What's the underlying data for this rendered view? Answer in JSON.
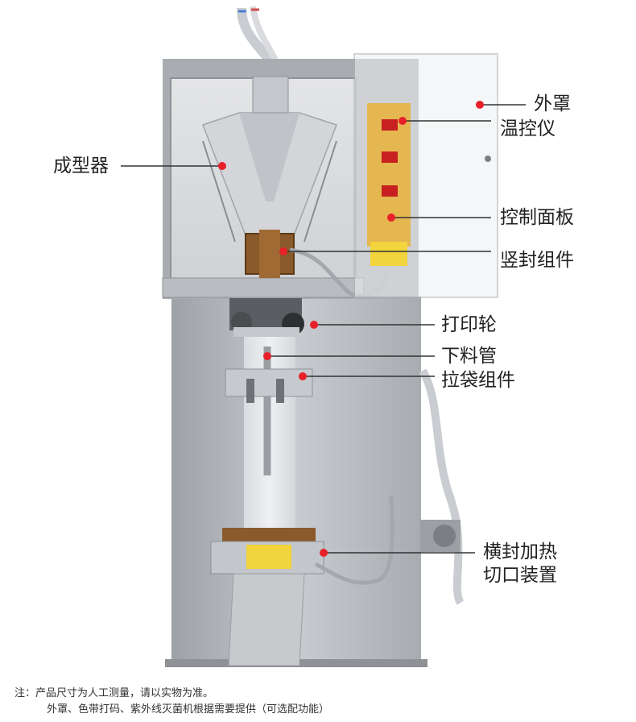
{
  "labels": {
    "outer_cover": "外罩",
    "temperature_controller": "温控仪",
    "former": "成型器",
    "control_panel": "控制面板",
    "vertical_seal": "竖封组件",
    "print_wheel": "打印轮",
    "feed_tube": "下料管",
    "bag_pull": "拉袋组件",
    "horizontal_seal_line1": "横封加热",
    "horizontal_seal_line2": "切口装置"
  },
  "notes": {
    "line1": "注：产品尺寸为人工测量，请以实物为准。",
    "line2": "外罩、色带打码、紫外线灭菌机根据需要提供（可选配功能）"
  },
  "colors": {
    "marker": "#e8202a",
    "leader": "#333333",
    "steel": "#b9bcc0",
    "steel_dark": "#8e9297",
    "panel_yellow": "#e8b33a"
  }
}
